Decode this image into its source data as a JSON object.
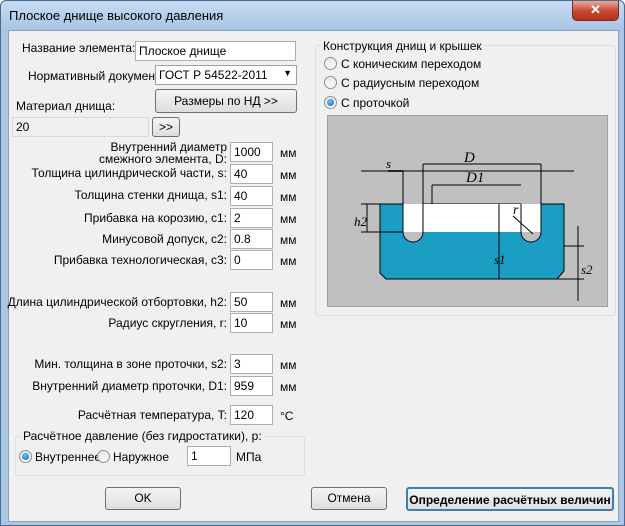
{
  "window": {
    "title": "Плоское днище высокого давления",
    "close_label": "✕"
  },
  "form": {
    "element_name": {
      "label": "Название элемента:",
      "value": "Плоское днище"
    },
    "norm_doc": {
      "label": "Нормативный документ:",
      "value": "ГОСТ Р 54522-2011"
    },
    "sizes_button": "Размеры по НД >>",
    "material": {
      "label": "Материал днища:",
      "value": "20",
      "button": ">>"
    },
    "fields": {
      "inner_diam_line1": "Внутренний диаметр",
      "inner_diam_line2": "смежного элемента, D:",
      "inner_diam": {
        "value": "1000",
        "unit": "мм"
      },
      "cyl_thickness": {
        "label": "Толщина цилиндрической части, s:",
        "value": "40",
        "unit": "мм"
      },
      "wall_thickness": {
        "label": "Толщина стенки днища, s1:",
        "value": "40",
        "unit": "мм"
      },
      "corrosion": {
        "label": "Прибавка на корозию, c1:",
        "value": "2",
        "unit": "мм"
      },
      "minus_tol": {
        "label": "Минусовой допуск, c2:",
        "value": "0.8",
        "unit": "мм"
      },
      "tech_allow": {
        "label": "Прибавка технологическая, c3:",
        "value": "0",
        "unit": "мм"
      },
      "flange_len": {
        "label": "Длина цилиндрической отбортовки, h2:",
        "value": "50",
        "unit": "мм"
      },
      "radius": {
        "label": "Радиус скругления, r:",
        "value": "10",
        "unit": "мм"
      },
      "min_groove": {
        "label": "Мин. толщина в зоне проточки, s2:",
        "value": "3",
        "unit": "мм"
      },
      "groove_diam": {
        "label": "Внутренний диаметр проточки, D1:",
        "value": "959",
        "unit": "мм"
      },
      "temperature": {
        "label": "Расчётная температура, T:",
        "value": "120",
        "unit": "°C"
      }
    },
    "pressure": {
      "group_title": "Расчётное давление (без гидростатики), p:",
      "internal": "Внутреннее",
      "external": "Наружное",
      "value": "1",
      "unit": "МПа"
    }
  },
  "construction": {
    "title": "Конструкция днищ и крышек",
    "options": [
      "С коническим переходом",
      "С радиусным переходом",
      "С проточкой"
    ],
    "selected_index": 2
  },
  "diagram_labels": {
    "D": "D",
    "D1": "D1",
    "s": "s",
    "h2": "h2",
    "r": "r",
    "s1": "s1",
    "s2": "s2"
  },
  "colors": {
    "plate": "#1a9ec4",
    "diagram_bg": "#c0c0c0"
  },
  "buttons": {
    "ok": "OK",
    "cancel": "Отмена",
    "calc": "Определение расчётных величин"
  }
}
